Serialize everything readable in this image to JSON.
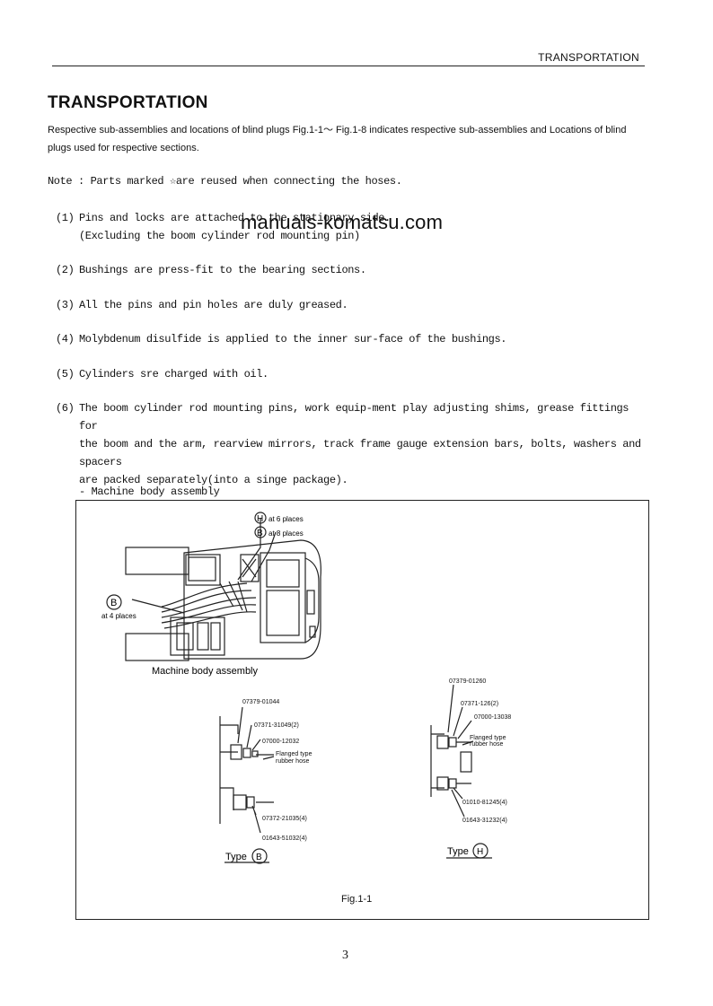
{
  "header": {
    "section": "TRANSPORTATION"
  },
  "title": "TRANSPORTATION",
  "intro": "Respective sub-assemblies and locations of blind plugs Fig.1-1～ Fig.1-8 indicates respective sub-assemblies and Locations of blind plugs used for respective sections.",
  "note": "Note : Parts marked ☆are reused when connecting the hoses.",
  "items": [
    {
      "num": "(1)",
      "lines": [
        "Pins and locks are attached to the stationary side.",
        "(Excluding the boom cylinder rod mounting pin)"
      ]
    },
    {
      "num": "(2)",
      "lines": [
        "Bushings are press-fit to the bearing sections."
      ]
    },
    {
      "num": "(3)",
      "lines": [
        "All the pins and pin holes are duly greased."
      ]
    },
    {
      "num": "(4)",
      "lines": [
        "Molybdenum disulfide is applied to the inner sur-face of the bushings."
      ]
    },
    {
      "num": "(5)",
      "lines": [
        "Cylinders sre charged with oil."
      ]
    },
    {
      "num": "(6)",
      "lines": [
        "The boom cylinder rod mounting pins, work equip-ment play adjusting shims, grease fittings for",
        "the boom and the arm, rearview mirrors, track frame gauge extension bars, bolts, washers and spacers",
        "are packed separately(into a singe package)."
      ]
    }
  ],
  "watermark": "manuals-komatsu.com",
  "section_label": "- Machine body assembly",
  "figure": {
    "callout_h": {
      "letter": "H",
      "text": "at 6 places"
    },
    "callout_b_top": {
      "letter": "B",
      "text": "at 8 places"
    },
    "callout_b_left": {
      "letter": "B",
      "text": "at 4 places"
    },
    "assembly_caption": "Machine body assembly",
    "type_b": {
      "label": "Type",
      "letter": "B",
      "parts": [
        "07379-01044",
        "07371-31049(2)",
        "07000-12032",
        "Flanged type",
        "rubber hose",
        "07372-21035(4)",
        "01643-51032(4)"
      ]
    },
    "type_h": {
      "label": "Type",
      "letter": "H",
      "parts": [
        "07379-01260",
        "07371-126(2)",
        "07000-13038",
        "Flanged type",
        "rubber hose",
        "01010-81245(4)",
        "01643-31232(4)"
      ]
    },
    "caption": "Fig.1-1"
  },
  "page_number": "3"
}
